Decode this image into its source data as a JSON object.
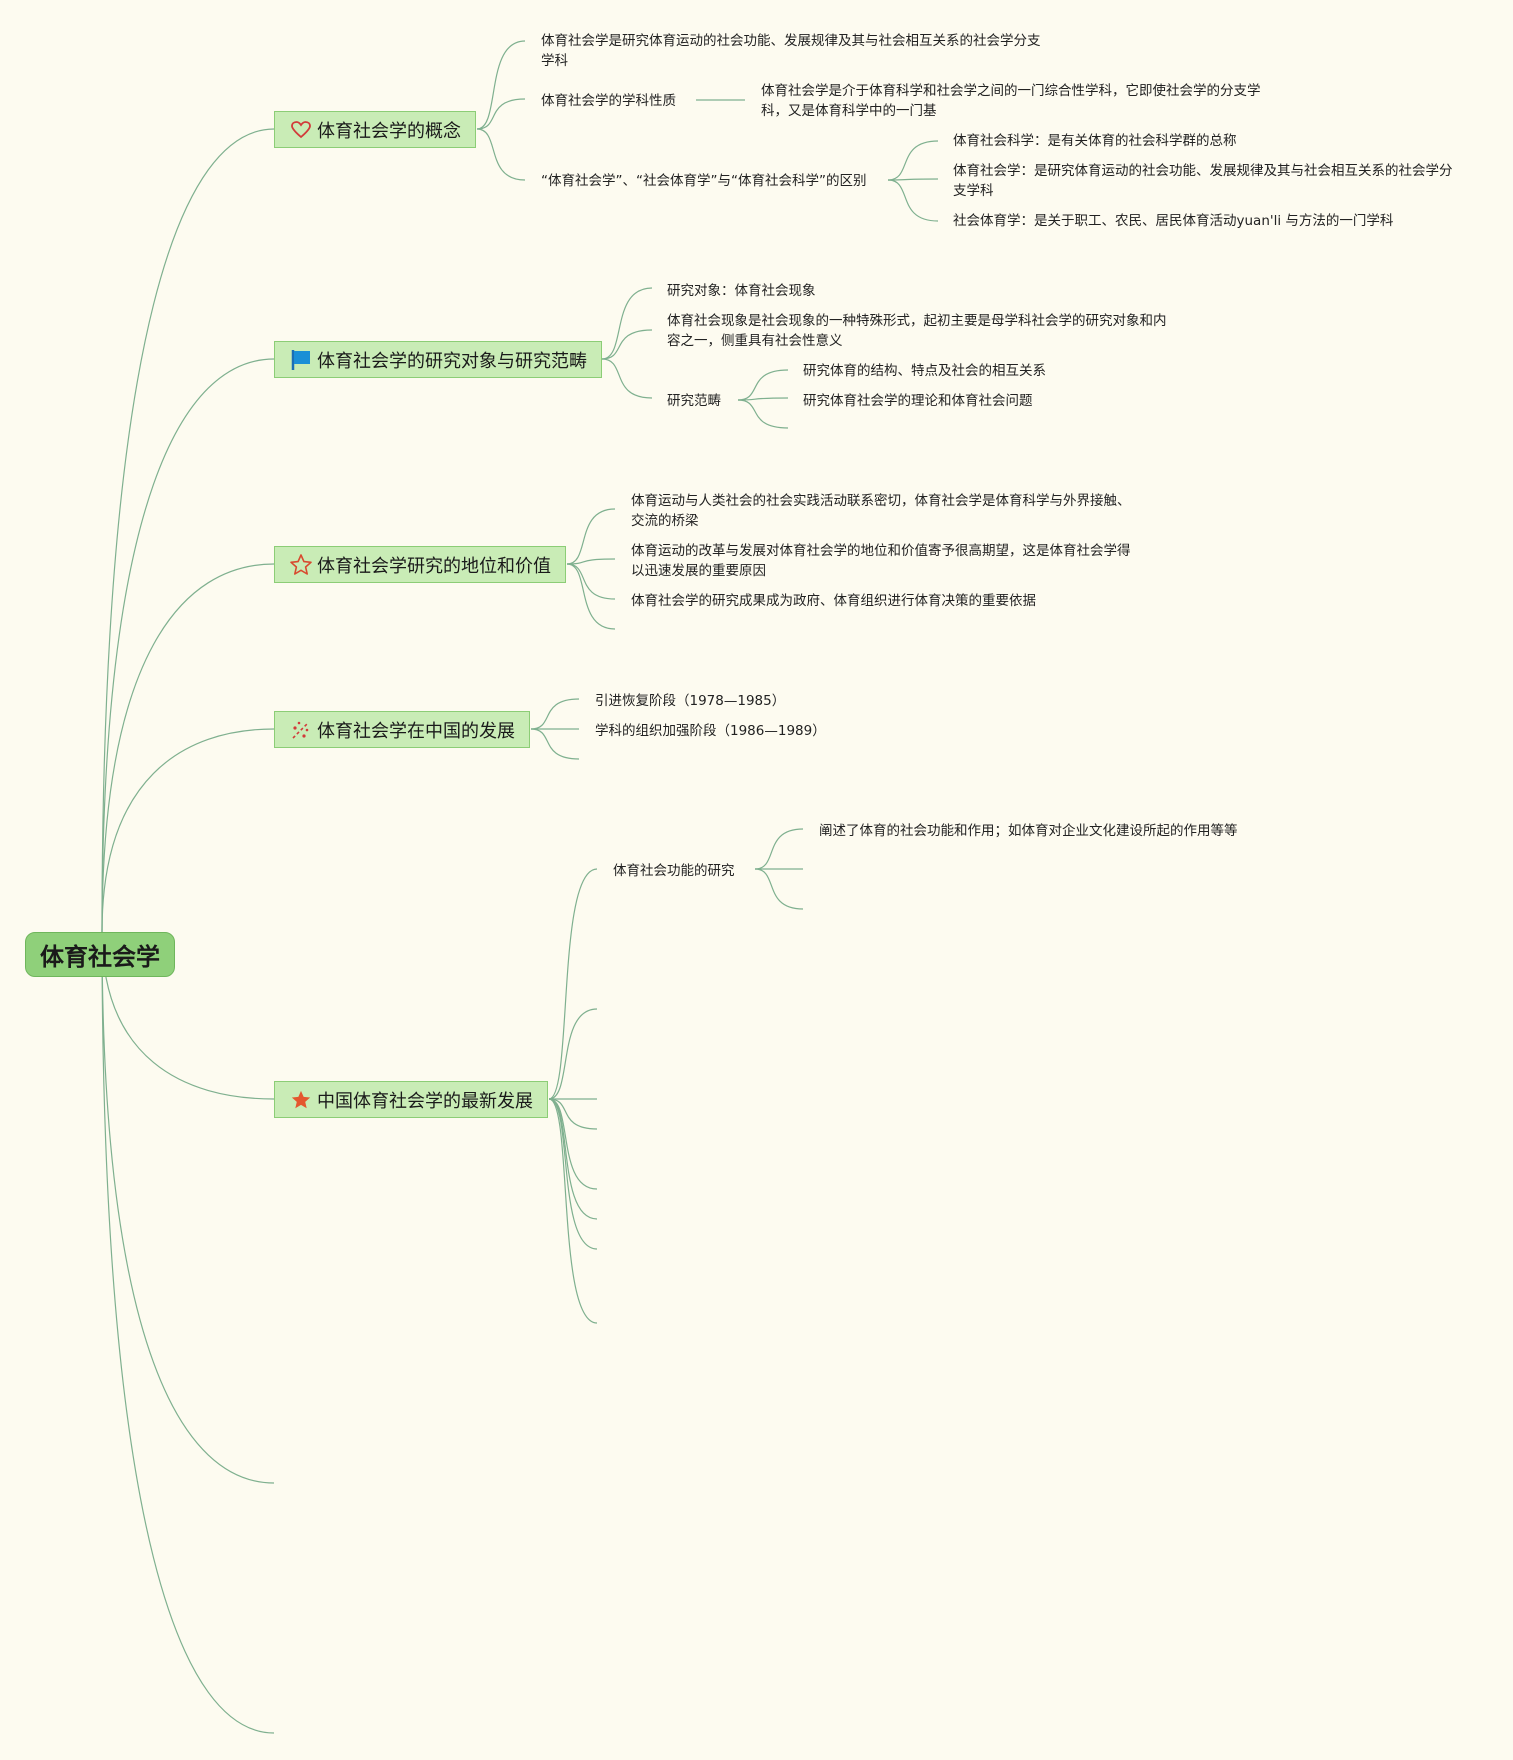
{
  "root": {
    "label": "体育社会学"
  },
  "topics": [
    {
      "label": "体育社会学的概念",
      "icon": "heart-icon",
      "children": [
        {
          "label": "体育社会学是研究体育运动的社会功能、发展规律及其与社会相互关系的社会学分支学科"
        },
        {
          "label": "体育社会学的学科性质",
          "children": [
            {
              "label": "体育社会学是介于体育科学和社会学之间的一门综合性学科，它即使社会学的分支学科，又是体育科学中的一门基"
            }
          ]
        },
        {
          "label": "“体育社会学”、“社会体育学”与“体育社会科学”的区别",
          "children": [
            {
              "label": "体育社会科学：是有关体育的社会科学群的总称"
            },
            {
              "label": "体育社会学：是研究体育运动的社会功能、发展规律及其与社会相互关系的社会学分支学科"
            },
            {
              "label": "社会体育学：是关于职工、农民、居民体育活动yuan'li 与方法的一门学科"
            }
          ]
        }
      ]
    },
    {
      "label": "体育社会学的研究对象与研究范畴",
      "icon": "flag-icon",
      "children": [
        {
          "label": "研究对象：体育社会现象"
        },
        {
          "label": "体育社会现象是社会现象的一种特殊形式，起初主要是母学科社会学的研究对象和内容之一，侧重具有社会性意义"
        },
        {
          "label": "研究范畴",
          "children": [
            {
              "label": "研究体育的结构、特点及社会的相互关系"
            },
            {
              "label": "研究体育社会学的理论和体育社会问题"
            }
          ]
        }
      ]
    },
    {
      "label": "体育社会学研究的地位和价值",
      "icon": "star-outline-icon",
      "children": [
        {
          "label": "体育运动与人类社会的社会实践活动联系密切，体育社会学是体育科学与外界接触、交流的桥梁"
        },
        {
          "label": "体育运动的改革与发展对体育社会学的地位和价值寄予很高期望，这是体育社会学得以迅速发展的重要原因"
        },
        {
          "label": "体育社会学的研究成果成为政府、体育组织进行体育决策的重要依据"
        }
      ]
    },
    {
      "label": "体育社会学在中国的发展",
      "icon": "sparkle-icon",
      "children": [
        {
          "label": "引进恢复阶段（1978—1985）"
        },
        {
          "label": "学科的组织加强阶段（1986—1989）"
        }
      ]
    },
    {
      "label": "中国体育社会学的最新发展",
      "icon": "star-filled-icon",
      "children": [
        {
          "label": "体育社会功能的研究",
          "children": [
            {
              "label": "阐述了体育的社会功能和作用；如体育对企业文化建设所起的作用等等"
            }
          ]
        }
      ]
    }
  ],
  "colors": {
    "line": "#7fb08f",
    "topic_fill": "#c9ecb6",
    "root_fill": "#8fd07a"
  }
}
